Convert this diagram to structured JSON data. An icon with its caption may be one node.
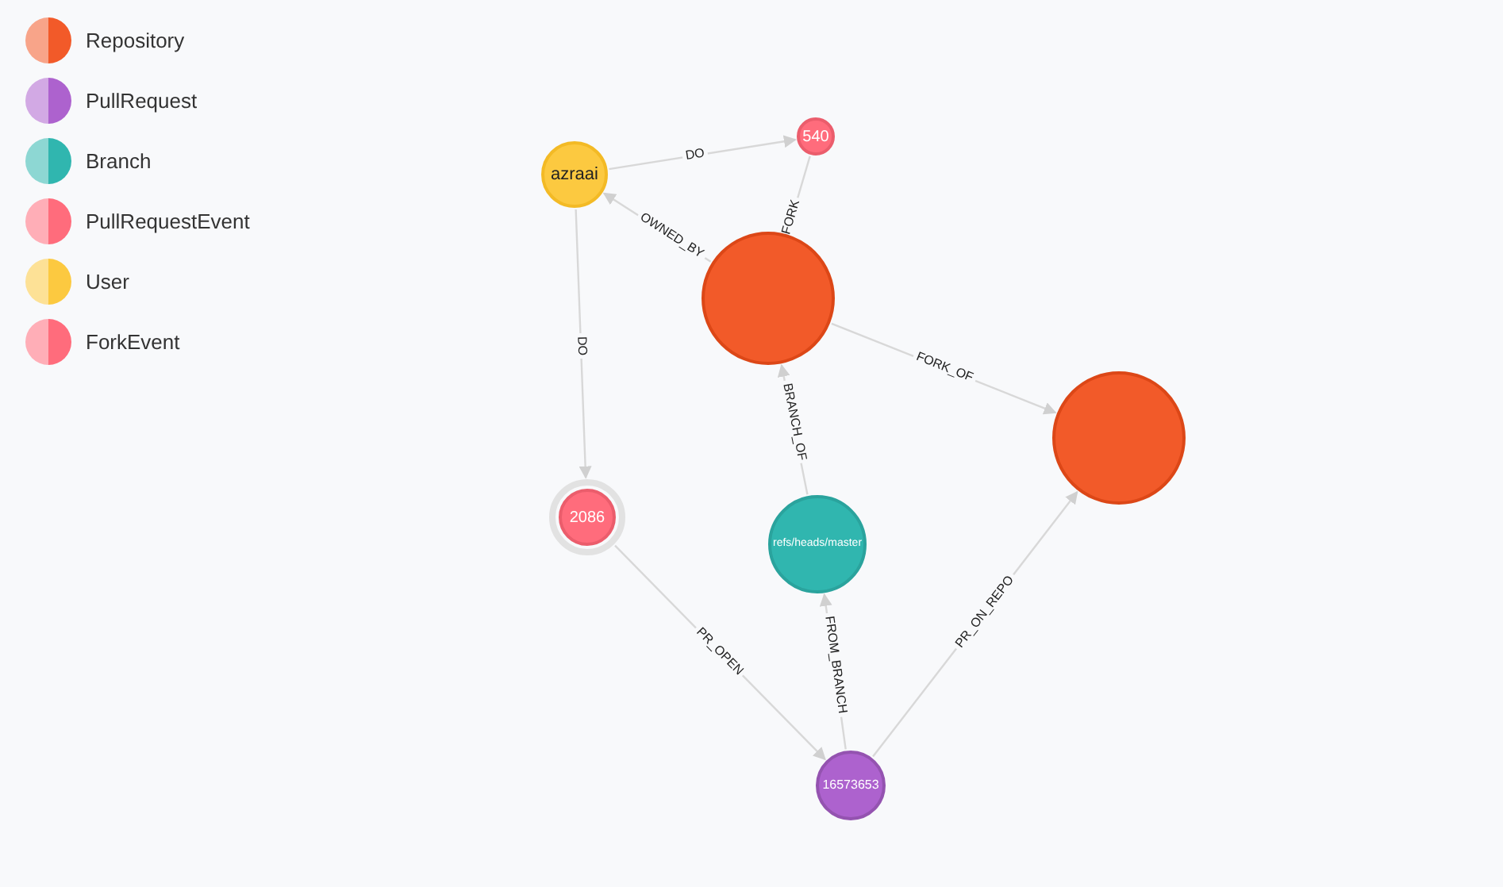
{
  "diagram": {
    "nodes": [
      {
        "text": [
          "azraai"
        ]
      },
      {
        "text": [
          "540"
        ]
      },
      {
        "text": [],
        "shape": "circle"
      },
      {
        "text": [],
        "shape": "circle"
      },
      {
        "text": [
          "2086"
        ]
      },
      {
        "text": [
          "refs/heads/master"
        ]
      },
      {
        "text": [
          "16573653"
        ]
      }
    ],
    "edges": [
      {
        "from": 0,
        "to": 1,
        "arrow": "to",
        "label": "DO"
      },
      {
        "from": 1,
        "to": 2,
        "arrow": "to",
        "label": "FORK"
      },
      {
        "from": 2,
        "to": 0,
        "arrow": "to",
        "label": "OWNED_BY"
      },
      {
        "from": 0,
        "to": 4,
        "arrow": "to",
        "label": "DO"
      },
      {
        "from": 2,
        "to": 3,
        "arrow": "to",
        "label": "FORK_OF"
      },
      {
        "from": 5,
        "to": 2,
        "arrow": "to",
        "label": "BRANCH_OF"
      },
      {
        "from": 4,
        "to": 6,
        "arrow": "to",
        "label": "PR_OPEN"
      },
      {
        "from": 6,
        "to": 5,
        "arrow": "to",
        "label": "FROM_BRANCH"
      },
      {
        "from": 6,
        "to": 3,
        "arrow": "to",
        "label": "PR_ON_REPO"
      }
    ],
    "legend": [
      {
        "text": "Repository",
        "color": "#f25a29"
      },
      {
        "text": "PullRequest",
        "color": "#ad62ce"
      },
      {
        "text": "Branch",
        "color": "#30b6af"
      },
      {
        "text": "PullRequestEvent",
        "color": "#ff6c7c"
      },
      {
        "text": "User",
        "color": "#fcc940"
      },
      {
        "text": "ForkEvent",
        "color": "#ff6c7c"
      }
    ]
  }
}
